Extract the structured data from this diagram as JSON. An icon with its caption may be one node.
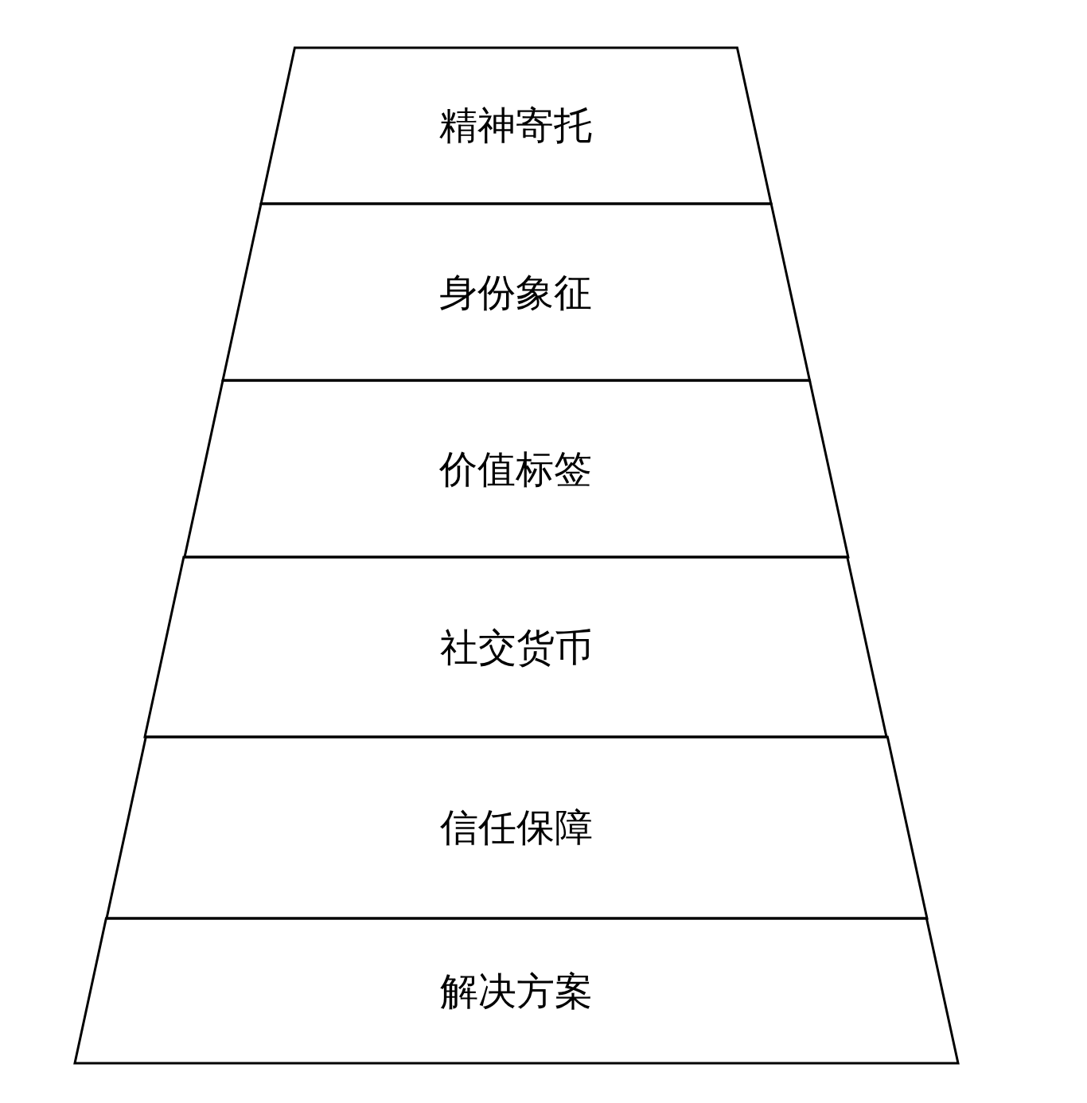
{
  "diagram": {
    "nodes": [
      {
        "text": [
          "精神寄托"
        ]
      },
      {
        "text": [
          "身份象征"
        ]
      },
      {
        "text": [
          "价值标签"
        ]
      },
      {
        "text": [
          "社交货币"
        ]
      },
      {
        "text": [
          "信任保障"
        ]
      },
      {
        "text": [
          "解决方案"
        ]
      }
    ]
  }
}
